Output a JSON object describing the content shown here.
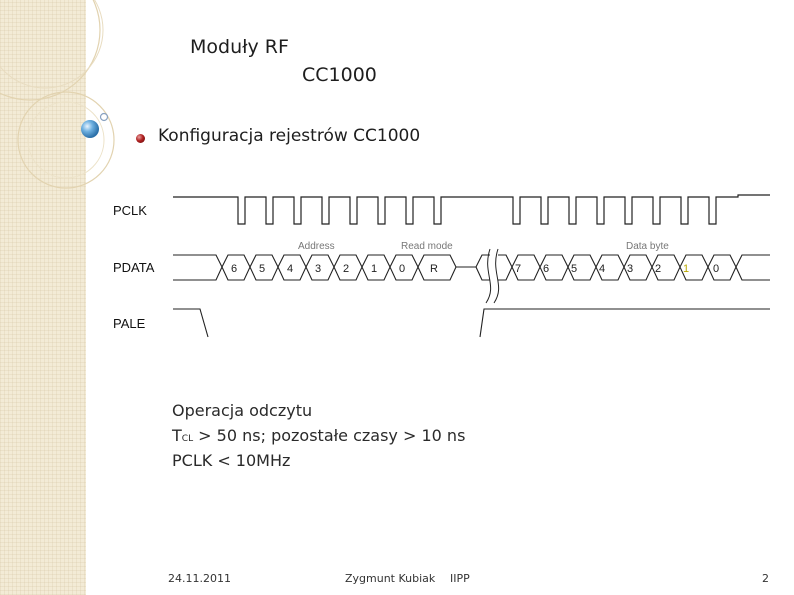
{
  "slide": {
    "title_line1": "Moduły RF",
    "title_line2": "CC1000",
    "bullet": "Konfiguracja rejestrów CC1000"
  },
  "diagram": {
    "signals": [
      "PCLK",
      "PDATA",
      "PALE"
    ],
    "address_label": "Address",
    "readmode_label": "Read mode",
    "databyte_label": "Data byte",
    "address_bits": [
      "6",
      "5",
      "4",
      "3",
      "2",
      "1",
      "0",
      "R"
    ],
    "data_bits": [
      "7",
      "6",
      "5",
      "4",
      "3",
      "2",
      "1",
      "0"
    ]
  },
  "notes": {
    "line1": "Operacja odczytu",
    "line2_prefix": "T",
    "line2_sub": "CL",
    "line2_rest": " > 50 ns; pozostałe czasy > 10 ns",
    "line3": "PCLK < 10MHz"
  },
  "footer": {
    "date": "24.11.2011",
    "author": "Zygmunt Kubiak",
    "org": "IIPP",
    "page": "2"
  }
}
